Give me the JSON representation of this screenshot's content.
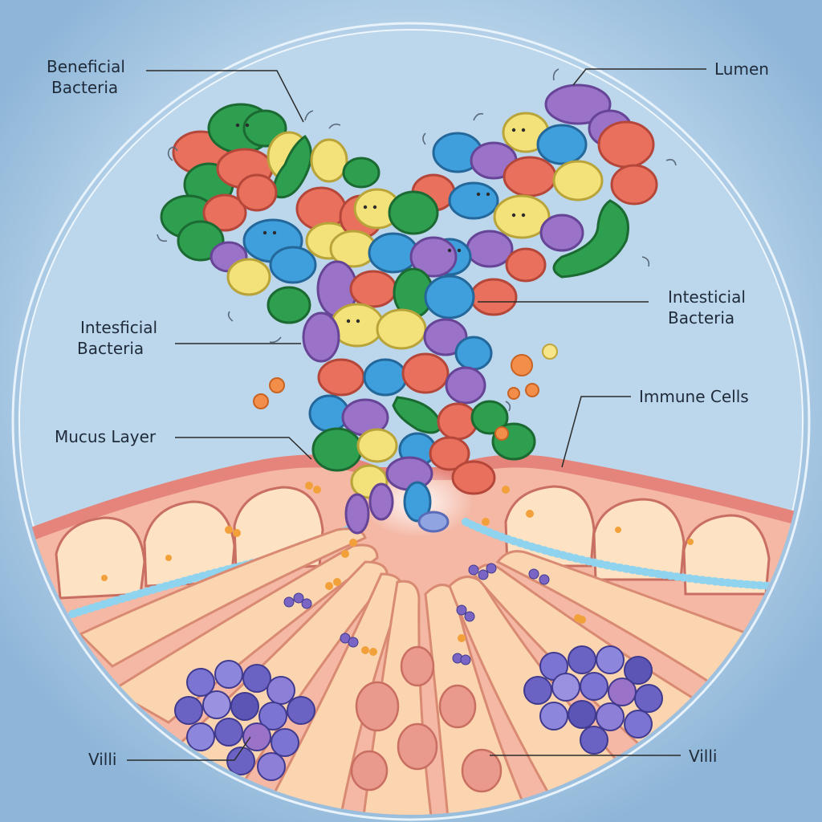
{
  "labels": {
    "beneficial_bacteria": {
      "line1": "Beneficial",
      "line2": "Bacteria"
    },
    "lumen": "Lumen",
    "intesticial_bacteria_right": {
      "line1": "Intesticial",
      "line2": "Bacteria"
    },
    "intesficial_bacteria_left": {
      "line1": "Intesficial",
      "line2": "Bacteria"
    },
    "immune_cells": "Immune Cells",
    "mucus_layer": "Mucus Layer",
    "villi_left": "Villi",
    "villi_right": "Villi"
  },
  "colors": {
    "background": "#8fb6d8",
    "circle_fill": "#b9d4ea",
    "tissue_pink": "#f1a89a",
    "tissue_light": "#fbd9b6",
    "mucus_blue": "#8fd0ec",
    "bacteria_green": "#2e9e4f",
    "bacteria_yellow": "#f3e27a",
    "bacteria_blue": "#3f9fdc",
    "bacteria_purple": "#9a72c8",
    "bacteria_red": "#e9705c",
    "immune_cell_blue": "#6a63c4",
    "leader_line": "#2b2b2b"
  },
  "icons": {
    "bacteria": "bacterium-blob-icon",
    "immune_cell": "immune-cell-icon",
    "villus": "villus-fold-icon"
  }
}
